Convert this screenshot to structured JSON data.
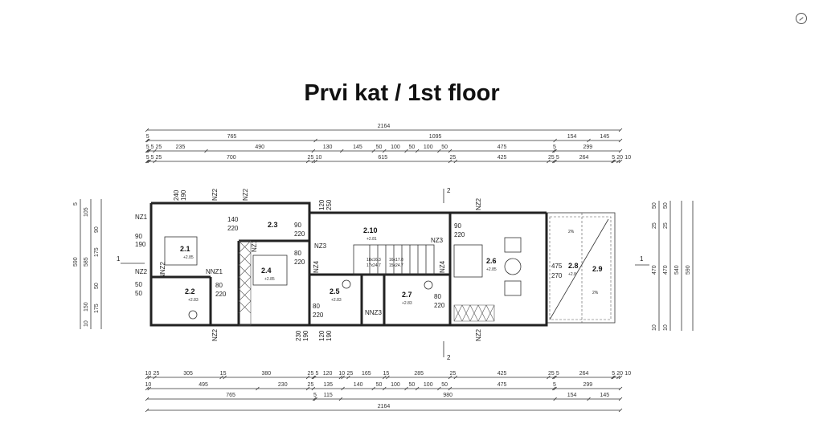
{
  "title": "Prvi kat / 1st floor",
  "corner_icon": "compass-icon",
  "dimensions_top": [
    [
      2164
    ],
    [
      5,
      765,
      1095,
      154,
      145
    ],
    [
      5,
      5,
      25,
      235,
      490,
      130,
      145,
      50,
      100,
      50,
      100,
      50,
      475,
      5,
      299
    ],
    [
      5,
      5,
      25,
      700,
      25,
      10,
      615,
      25,
      425,
      25,
      5,
      264,
      5,
      20,
      10
    ]
  ],
  "dimensions_bottom": [
    [
      10,
      25,
      305,
      15,
      380,
      25,
      5,
      120,
      10,
      25,
      165,
      15,
      285,
      25,
      425,
      25,
      5,
      264,
      5,
      20,
      10
    ],
    [
      10,
      495,
      230,
      25,
      135,
      140,
      50,
      100,
      50,
      100,
      50,
      475,
      5,
      299
    ],
    [
      765,
      5,
      115,
      980,
      154,
      145
    ],
    [
      2164
    ]
  ],
  "dimensions_left": [
    "590",
    "585",
    "175",
    "175",
    "50",
    "150",
    "10",
    "90",
    "105",
    "5"
  ],
  "dimensions_right": [
    "590",
    "540",
    "470",
    "470",
    "50",
    "50",
    "25",
    "25",
    "10",
    "10"
  ],
  "rooms": [
    {
      "id": "2.1",
      "elev": "+2.85"
    },
    {
      "id": "2.2",
      "elev": "+2.83"
    },
    {
      "id": "2.3",
      "elev": ""
    },
    {
      "id": "2.4",
      "elev": "+2.85"
    },
    {
      "id": "2.5",
      "elev": "+2.83"
    },
    {
      "id": "2.10",
      "elev": "+2.81"
    },
    {
      "id": "2.7",
      "elev": "+2.83"
    },
    {
      "id": "2.6",
      "elev": "+2.85"
    },
    {
      "id": "2.8",
      "elev": "+2.8"
    },
    {
      "id": "2.9",
      "elev": ""
    }
  ],
  "labels": [
    "NZ2",
    "NZ1",
    "NNZ2",
    "NNZ1",
    "NZ2",
    "NZ1",
    "NZ3",
    "NZ4",
    "NZ3",
    "NZ4",
    "NNZ3",
    "NZ2",
    "NZ2",
    "NZ2",
    "NZ2",
    "140",
    "220",
    "90",
    "220",
    "80",
    "220",
    "80",
    "220",
    "80",
    "220",
    "80",
    "220",
    "90",
    "220",
    "475",
    "270",
    "240",
    "190",
    "120",
    "250",
    "230",
    "190",
    "120",
    "190",
    "90",
    "190",
    "50",
    "50",
    "18x16.3",
    "17x24.7",
    "16x17.8",
    "15x24.7",
    "2%",
    "2%",
    "1",
    "1",
    "2",
    "2"
  ]
}
